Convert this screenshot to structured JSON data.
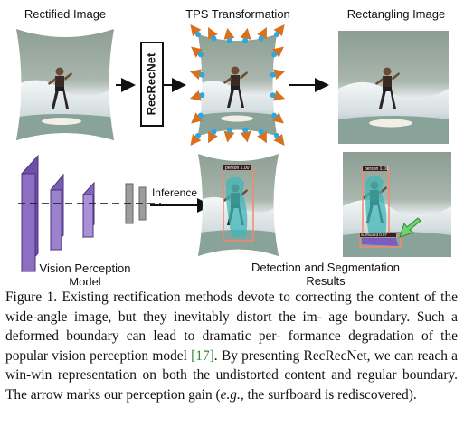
{
  "labels": {
    "rectified": "Rectified Image",
    "tps": "TPS Transformation",
    "rectangling": "Rectangling Image",
    "network": "RecRecNet",
    "inference": "Inference",
    "vision_line1": "Vision Perception",
    "vision_line2": "Model",
    "results_line1": "Detection and Segmentation",
    "results_line2": "Results"
  },
  "detections": {
    "person_conf": "person 1.00",
    "person_conf_right": "person 1.00",
    "surfboard_conf": "surfboard 0.97"
  },
  "caption": {
    "p1": "Figure 1. Existing rectification methods devote to correcting the content of the wide-angle image, but they inevitably distort the im-",
    "p2": "age boundary. Such a deformed boundary can lead to dramatic per-",
    "p3": "formance degradation of the popular vision perception model ",
    "ref": "[17]",
    "p4": ".",
    "p5": "By presenting RecRecNet, we can reach a win-win representation on both the undistorted content and regular boundary. The arrow marks our perception gain (",
    "eg": "e.g.",
    "p6": ", the surfboard is rediscovered)."
  },
  "colors": {
    "network_purple": "#8a6fc2",
    "arrow_orange": "#d8701e",
    "control_point_blue": "#2ea6e0",
    "mask_teal": "#3fb7b7",
    "box_salmon": "#f08a6e",
    "gain_arrow_green": "#6fd36f",
    "citation_green": "#2e8b2e"
  }
}
